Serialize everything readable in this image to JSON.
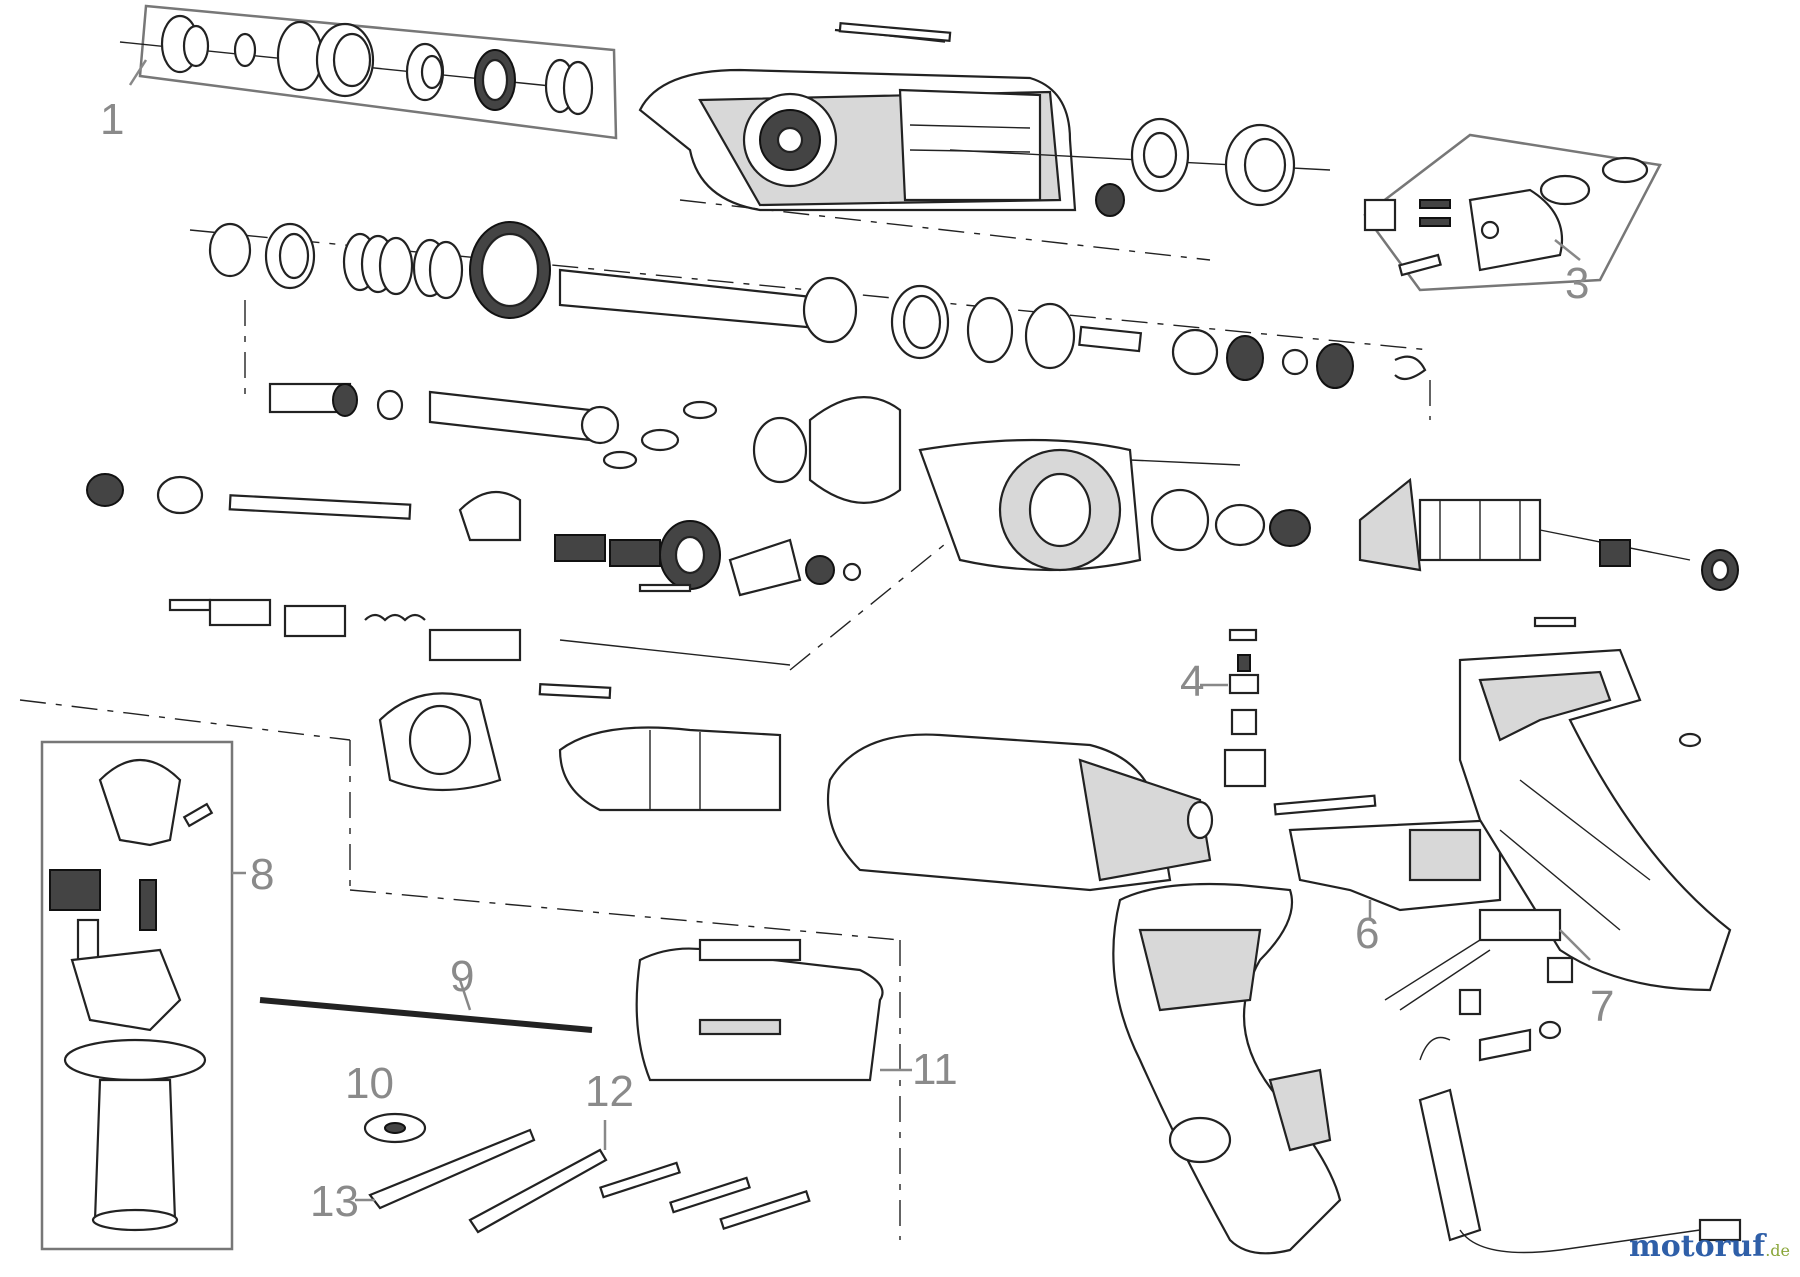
{
  "diagram": {
    "callouts": [
      {
        "id": "1",
        "text": "1"
      },
      {
        "id": "3",
        "text": "3"
      },
      {
        "id": "4",
        "text": "4"
      },
      {
        "id": "6",
        "text": "6"
      },
      {
        "id": "7",
        "text": "7"
      },
      {
        "id": "8",
        "text": "8"
      },
      {
        "id": "9",
        "text": "9"
      },
      {
        "id": "10",
        "text": "10"
      },
      {
        "id": "11",
        "text": "11"
      },
      {
        "id": "12",
        "text": "12"
      },
      {
        "id": "13",
        "text": "13"
      }
    ]
  },
  "watermark": {
    "brand": "motoruf",
    "suffix": ".de",
    "brand_color": "#2f5fa8",
    "suffix_color": "#8aa63a"
  },
  "colors": {
    "line": "#222222",
    "callout": "#8a8a8a",
    "part_fill": "#ffffff",
    "shade": "#d8d8d8"
  }
}
